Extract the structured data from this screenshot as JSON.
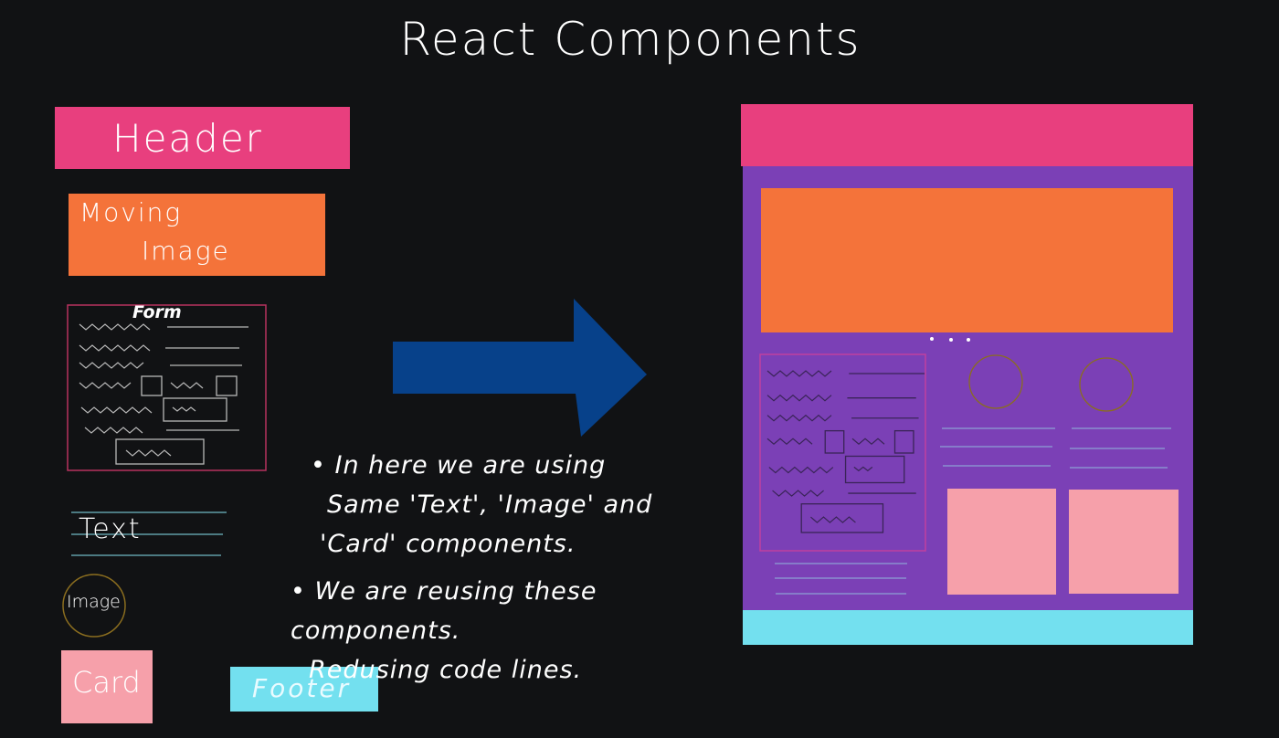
{
  "title": "React Components",
  "components": {
    "header": "Header",
    "moving_image": [
      "Moving",
      "Image"
    ],
    "form": "Form",
    "text": "Text",
    "image": "Image",
    "card": "Card",
    "footer": "Footer"
  },
  "notes": [
    [
      "• In here we are using",
      "Same 'Text', 'Image' and",
      "'Card' components."
    ],
    [
      "• We are reusing these components.",
      "Redusing code lines."
    ]
  ],
  "colors": {
    "background": "#111214",
    "header": "#e83f7e",
    "moving_image": "#f4733a",
    "card": "#f6a0aa",
    "footer": "#73e0ef",
    "page_body": "#7b40b6",
    "arrow": "#07418a",
    "form_border": "#b8325f",
    "image_circle": "#8a6d1f"
  },
  "icons": {
    "arrow": "right-arrow-icon",
    "carousel_dots": "carousel-dots-icon"
  }
}
